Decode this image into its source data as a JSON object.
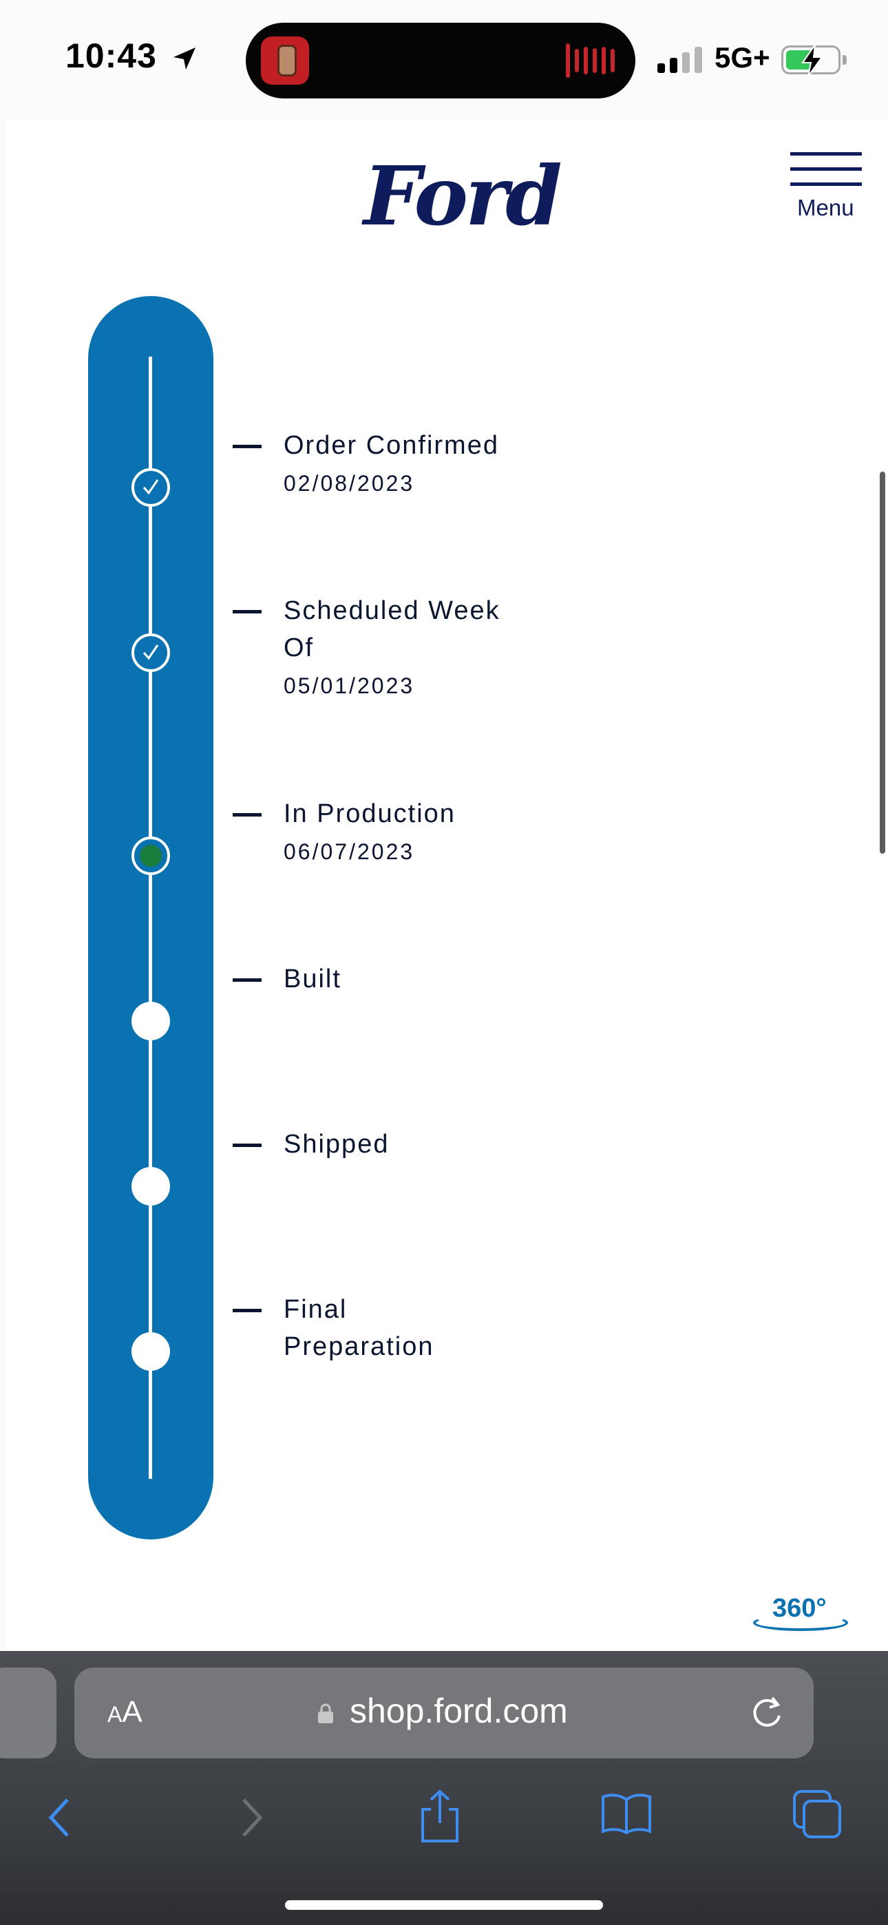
{
  "status_bar": {
    "time": "10:43",
    "network": "5G+",
    "battery_level": 0.55
  },
  "header": {
    "logo_text": "Ford",
    "menu_label": "Menu"
  },
  "tracker": {
    "steps": [
      {
        "label": "Order Confirmed",
        "date": "02/08/2023",
        "state": "done"
      },
      {
        "label": "Scheduled Week Of",
        "date": "05/01/2023",
        "state": "done"
      },
      {
        "label": "In Production",
        "date": "06/07/2023",
        "state": "active"
      },
      {
        "label": "Built",
        "date": "",
        "state": "pending"
      },
      {
        "label": "Shipped",
        "date": "",
        "state": "pending"
      },
      {
        "label": "Final Preparation",
        "date": "",
        "state": "pending"
      }
    ]
  },
  "view360": {
    "label": "360°"
  },
  "browser": {
    "text_size_label": "AA",
    "url": "shop.ford.com"
  },
  "colors": {
    "track_blue": "#0a72b0",
    "active_green": "#1a7c3a",
    "ford_navy": "#0e1c5c"
  }
}
